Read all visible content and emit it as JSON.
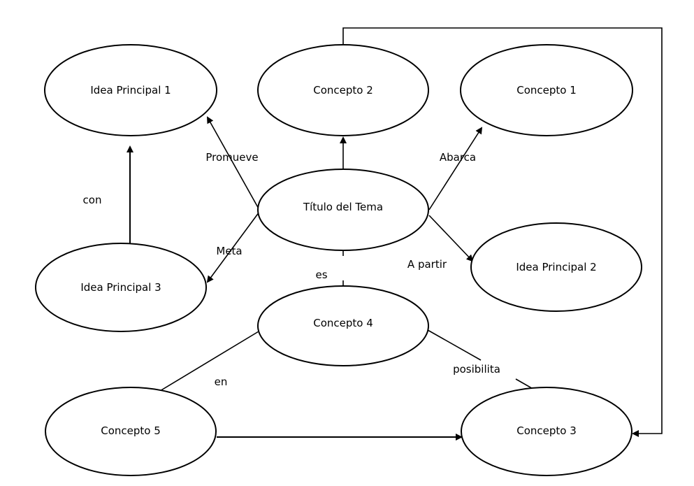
{
  "nodes": {
    "idea_principal_1": "Idea Principal 1",
    "concepto_2": "Concepto 2",
    "concepto_1": "Concepto 1",
    "titulo_del_tema": "Título del Tema",
    "idea_principal_3": "Idea Principal 3",
    "idea_principal_2": "Idea Principal 2",
    "concepto_4": "Concepto 4",
    "concepto_5": "Concepto 5",
    "concepto_3": "Concepto 3"
  },
  "edge_labels": {
    "promueve": "Promueve",
    "abarca": "Abarca",
    "con": "con",
    "meta": "Meta",
    "a_partir": "A partir",
    "es": "es",
    "en": "en",
    "posibilita": "posibilita"
  },
  "colors": {
    "line": "#000000",
    "background": "#ffffff"
  }
}
